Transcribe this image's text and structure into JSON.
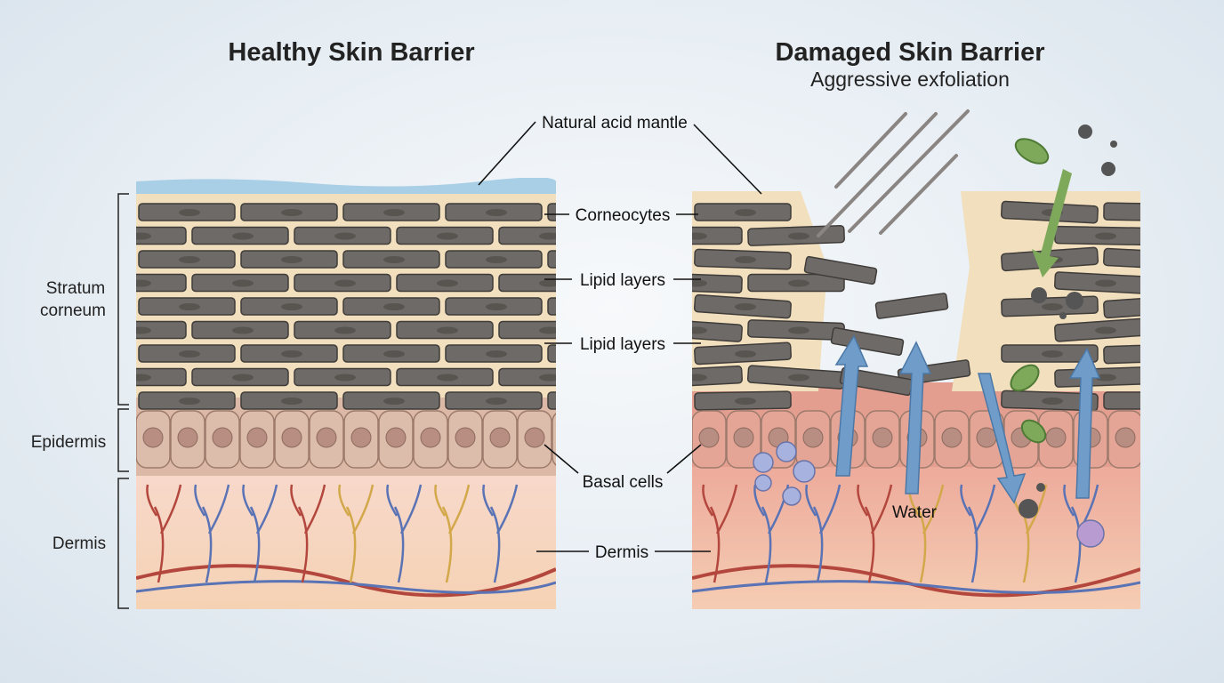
{
  "healthy": {
    "title": "Healthy Skin Barrier"
  },
  "damaged": {
    "title": "Damaged Skin Barrier",
    "subtitle": "Aggressive exfoliation",
    "water_label": "Water"
  },
  "side_labels": {
    "stratum_1": "Stratum",
    "stratum_2": "corneum",
    "epidermis": "Epidermis",
    "dermis": "Dermis"
  },
  "center_labels": {
    "acid_mantle": "Natural acid mantle",
    "corneocytes": "Corneocytes",
    "lipid_1": "Lipid layers",
    "lipid_2": "Lipid layers",
    "basal_cells": "Basal cells",
    "dermis": "Dermis"
  },
  "colors": {
    "lipid": "#f1dfbd",
    "corneocyte": "#6e6a67",
    "acid_mantle": "#a9cfe6",
    "dermis": "#f6d6c4",
    "damaged_red": "#e88f86",
    "arrow_blue": "#6f9cc9",
    "bacteria": "#7fa95a"
  }
}
